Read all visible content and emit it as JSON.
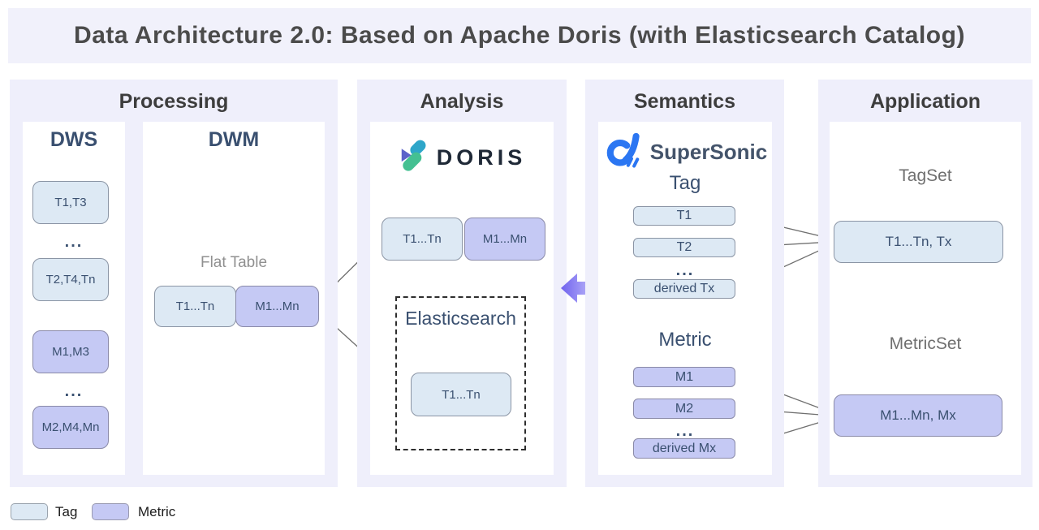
{
  "title": "Data Architecture 2.0: Based on Apache Doris (with Elasticsearch Catalog)",
  "processing": {
    "title": "Processing",
    "dws": {
      "title": "DWS",
      "box1": "T1,T3",
      "dots1": "...",
      "box2": "T2,T4,Tn",
      "box3": "M1,M3",
      "dots2": "...",
      "box4": "M2,M4,Mn"
    },
    "dwm": {
      "title": "DWM",
      "flat_table_label": "Flat Table",
      "tag_box": "T1...Tn",
      "metric_box": "M1...Mn"
    }
  },
  "analysis": {
    "title": "Analysis",
    "doris_logo": "DORIS",
    "tag_box": "T1...Tn",
    "metric_box": "M1...Mn",
    "elasticsearch": {
      "title": "Elasticsearch",
      "tag_box": "T1...Tn"
    }
  },
  "semantics": {
    "title": "Semantics",
    "logo": "SuperSonic",
    "tag": {
      "title": "Tag",
      "box1": "T1",
      "box2": "T2",
      "dots": "...",
      "box3": "derived Tx"
    },
    "metric": {
      "title": "Metric",
      "box1": "M1",
      "box2": "M2",
      "dots": "...",
      "box3": "derived Mx"
    }
  },
  "application": {
    "title": "Application",
    "tagset": {
      "title": "TagSet",
      "box": "T1...Tn, Tx"
    },
    "metricset": {
      "title": "MetricSet",
      "box": "M1...Mn, Mx"
    }
  },
  "legend": {
    "tag": "Tag",
    "metric": "Metric"
  },
  "colors": {
    "panel_bg": "#efeffb",
    "tag_fill": "#dde9f4",
    "metric_fill": "#c5c9f4",
    "flow_arrow": "#7468ee",
    "doris_navy": "#1f2937",
    "supersonic_blue": "#2b76f2"
  }
}
